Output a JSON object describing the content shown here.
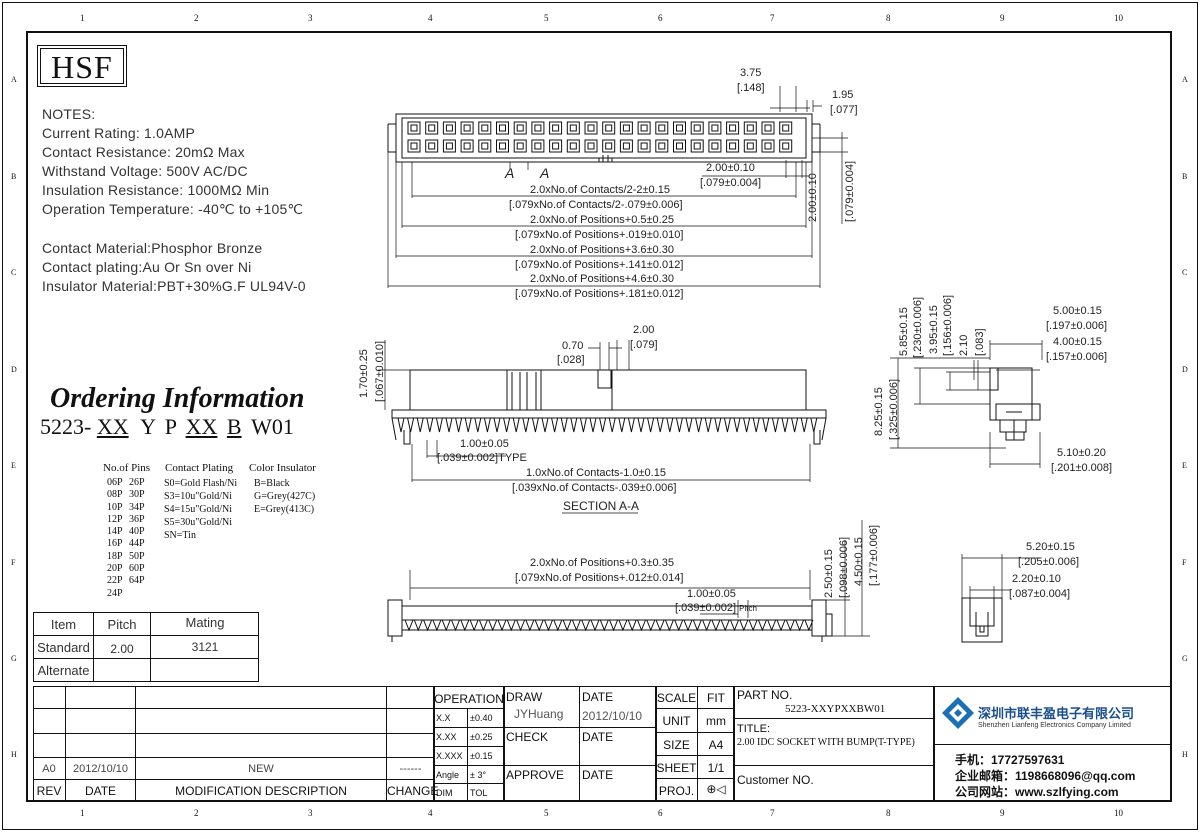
{
  "border": {
    "columns": [
      "1",
      "2",
      "3",
      "4",
      "5",
      "6",
      "7",
      "8",
      "9",
      "10"
    ],
    "rows": [
      "A",
      "B",
      "C",
      "D",
      "E",
      "F",
      "G",
      "H"
    ]
  },
  "logo": {
    "text": "HSF"
  },
  "notes": {
    "title": "NOTES:",
    "lines": [
      "Current Rating: 1.0AMP",
      "Contact Resistance: 20mΩ Max",
      "Withstand Voltage: 500V AC/DC",
      "Insulation Resistance: 1000MΩ Min",
      "Operation Temperature: -40℃ to +105℃"
    ],
    "materials": [
      "Contact Material:Phosphor Bronze",
      "Contact plating:Au Or Sn over Ni",
      "Insulator Material:PBT+30%G.F UL94V-0"
    ]
  },
  "ordering": {
    "title": "Ordering Information",
    "code_prefix": "5223-",
    "code_parts": [
      "XX",
      "Y",
      "P",
      "XX",
      "B",
      "W01"
    ],
    "pins_title": "No.of Pins",
    "pins_col1": [
      "06P",
      "08P",
      "10P",
      "12P",
      "14P",
      "16P",
      "18P",
      "20P",
      "22P",
      "24P"
    ],
    "pins_col2": [
      "26P",
      "30P",
      "34P",
      "36P",
      "40P",
      "44P",
      "50P",
      "60P",
      "64P"
    ],
    "plating_title": "Contact Plating",
    "plating": [
      "S0=Gold Flash/Ni",
      "S3=10u\"Gold/Ni",
      "S4=15u\"Gold/Ni",
      "S5=30u\"Gold/Ni",
      "SN=Tin"
    ],
    "color_title": "Color Insulator",
    "colors": [
      "B=Black",
      "G=Grey(427C)",
      "E=Grey(413C)"
    ]
  },
  "mating_table": {
    "headers": [
      "Item",
      "Pitch",
      "Mating"
    ],
    "rows": [
      [
        "Standard",
        "2.00",
        "3121"
      ],
      [
        "Alternate",
        "",
        ""
      ]
    ]
  },
  "dimensions": {
    "top_view": {
      "d1": "3.75",
      "d1i": "[.148]",
      "d2": "1.95",
      "d2i": "[.077]",
      "d3": "2.00±0.10",
      "d3i": "[.079±0.004]",
      "d4": "2.00±0.10",
      "d4i": "[.079±0.004]",
      "secA1": "A",
      "secA2": "A",
      "l1": "2.0xNo.of Contacts/2-2±0.15",
      "l1i": "[.079xNo.of Contacts/2-.079±0.006]",
      "l2": "2.0xNo.of Positions+0.5±0.25",
      "l2i": "[.079xNo.of Positions+.019±0.010]",
      "l3": "2.0xNo.of Positions+3.6±0.30",
      "l3i": "[.079xNo.of Positions+.141±0.012]",
      "l4": "2.0xNo.of Positions+4.6±0.30",
      "l4i": "[.079xNo.of Positions+.181±0.012]"
    },
    "section": {
      "h1": "1.70±0.25",
      "h1i": "[.067±0.010]",
      "w1": "0.70",
      "w1i": "[.028]",
      "w2": "2.00",
      "w2i": "[.079]",
      "p1": "1.00±0.05",
      "p1i": "[.039±0.002]",
      "p1t": "TYPE",
      "l1": "1.0xNo.of Contacts-1.0±0.15",
      "l1i": "[.039xNo.of Contacts-.039±0.006]",
      "label": "SECTION A-A"
    },
    "side": {
      "a": "5.85±0.15",
      "ai": "[.230±0.006]",
      "b": "3.95±0.15",
      "bi": "[.156±0.006]",
      "c": "2.10",
      "ci": "[.083]",
      "d": "8.25±0.15",
      "di": "[.325±0.006]",
      "e": "5.00±0.15",
      "ei": "[.197±0.006]",
      "f": "4.00±0.15",
      "fi": "[.157±0.006]",
      "g": "5.10±0.20",
      "gi": "[.201±0.008]"
    },
    "bottom": {
      "l1": "2.0xNo.of Positions+0.3±0.35",
      "l1i": "[.079xNo.of Positions+.012±0.014]",
      "p1": "1.00±0.05",
      "p1i": "[.039±0.002]",
      "p1t": "Pitch",
      "h1": "2.50±0.15",
      "h1i": "[.098±0.006]",
      "h2": "4.50±0.15",
      "h2i": "[.177±0.006]"
    },
    "end": {
      "a": "5.20±0.15",
      "ai": "[.205±0.006]",
      "b": "2.20±0.10",
      "bi": "[.087±0.004]"
    }
  },
  "title_block": {
    "rev_row": {
      "rev": "A0",
      "date": "2012/10/10",
      "desc": "NEW",
      "change": "------"
    },
    "rev_header": {
      "rev": "REV",
      "date": "DATE",
      "desc": "MODIFICATION DESCRIPTION",
      "change": "CHANGE"
    },
    "operation": "OPERATION",
    "tol": [
      [
        "X.X",
        "±0.40"
      ],
      [
        "X.XX",
        "±0.25"
      ],
      [
        "X.XXX",
        "±0.15"
      ],
      [
        "Angle",
        "± 3°"
      ],
      [
        "DIM",
        "TOL"
      ]
    ],
    "draw": "DRAW",
    "drawer": "JYHuang",
    "check": "CHECK",
    "approve": "APPROVE",
    "date_label": "DATE",
    "draw_date": "2012/10/10",
    "scale": "SCALE",
    "fit": "FIT",
    "unit": "UNIT",
    "unit_val": "mm",
    "size": "SIZE",
    "size_val": "A4",
    "sheet": "SHEET",
    "sheet_val": "1/1",
    "proj": "PROJ.",
    "part_no_label": "PART NO.",
    "part_no": "5223-XXYPXXBW01",
    "title_label": "TITLE:",
    "title": "2.00 IDC SOCKET WITH BUMP(T-TYPE)",
    "customer": "Customer NO.",
    "company_cn": "深圳市联丰盈电子有限公司",
    "company_en": "Shenzhen Lianfeng Electronics Company Limited",
    "phone": "手机：17727597631",
    "email": "企业邮箱：1198668096@qq.com",
    "website": "公司网站：www.szlfying.com"
  },
  "colors": {
    "ink": "#111111",
    "logo_blue": "#1a6fb5",
    "dim_ink": "#222222"
  }
}
